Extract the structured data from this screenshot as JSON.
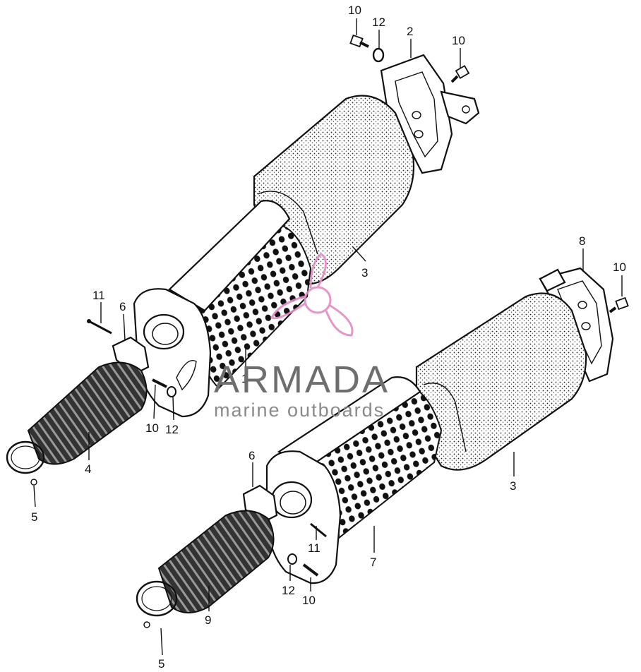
{
  "callouts": {
    "c1": "1",
    "c2": "2",
    "c3a": "3",
    "c3b": "3",
    "c4": "4",
    "c5a": "5",
    "c5b": "5",
    "c6a": "6",
    "c6b": "6",
    "c7": "7",
    "c8": "8",
    "c9": "9",
    "c10a": "10",
    "c10b": "10",
    "c10c": "10",
    "c10d": "10",
    "c10e": "10",
    "c11a": "11",
    "c11b": "11",
    "c12a": "12",
    "c12b": "12",
    "c12c": "12"
  },
  "watermark": {
    "title": "ARMADA",
    "subtitle": "marine outboards",
    "colors": {
      "title": "#6e6e6e",
      "subtitle": "#8a8a8a",
      "logo": "#e48ac4"
    }
  }
}
